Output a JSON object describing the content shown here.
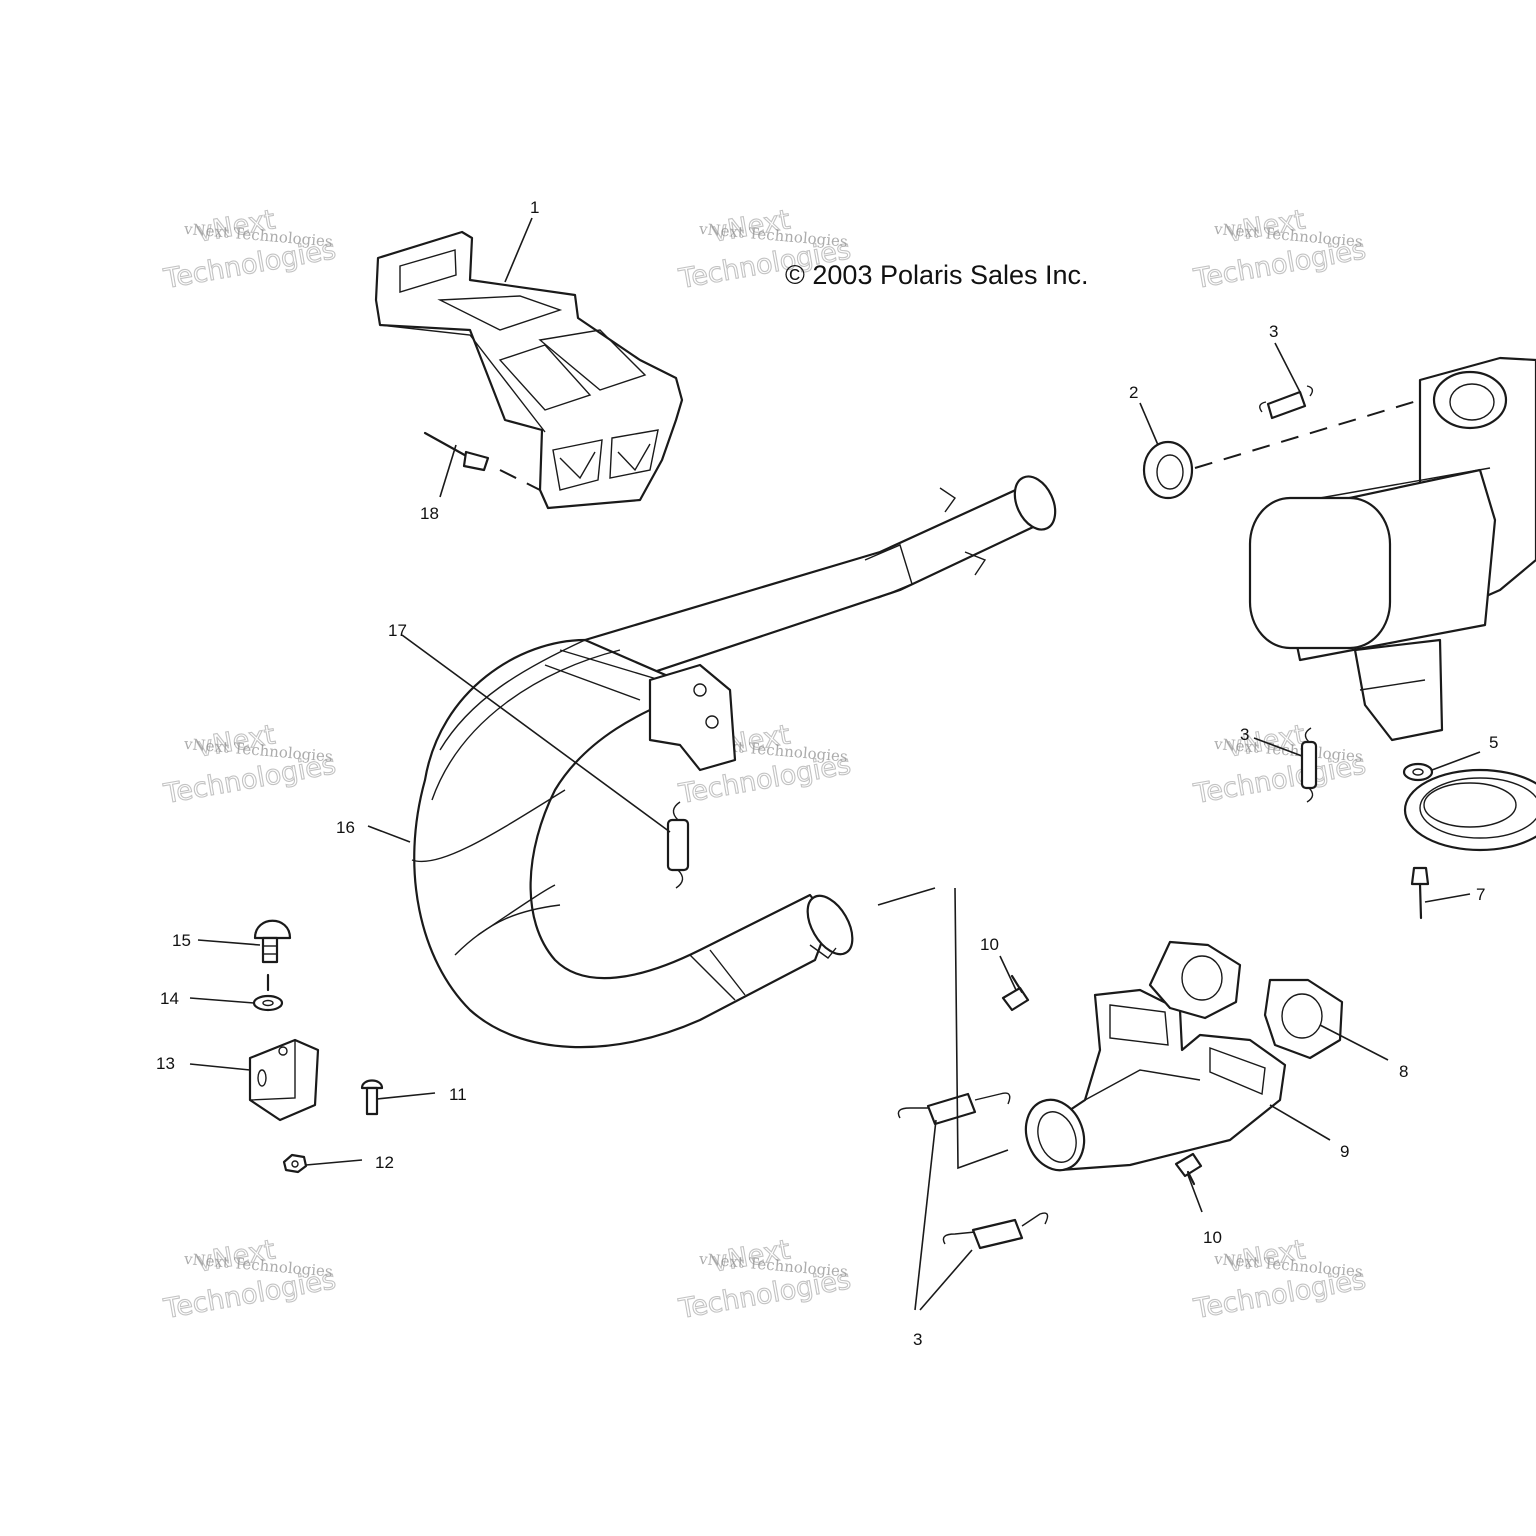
{
  "copyright": "© 2003 Polaris Sales Inc.",
  "watermark": {
    "primary": "vNext Technologies",
    "outline_top": "vNext",
    "outline_bottom": "Technologies"
  },
  "callouts": {
    "c1": "1",
    "c2": "2",
    "c3_top": "3",
    "c3_mid": "3",
    "c3_bottom": "3",
    "c5": "5",
    "c7": "7",
    "c8": "8",
    "c9": "9",
    "c10_upper": "10",
    "c10_lower": "10",
    "c11": "11",
    "c12": "12",
    "c13": "13",
    "c14": "14",
    "c15": "15",
    "c16": "16",
    "c17": "17",
    "c18": "18"
  }
}
